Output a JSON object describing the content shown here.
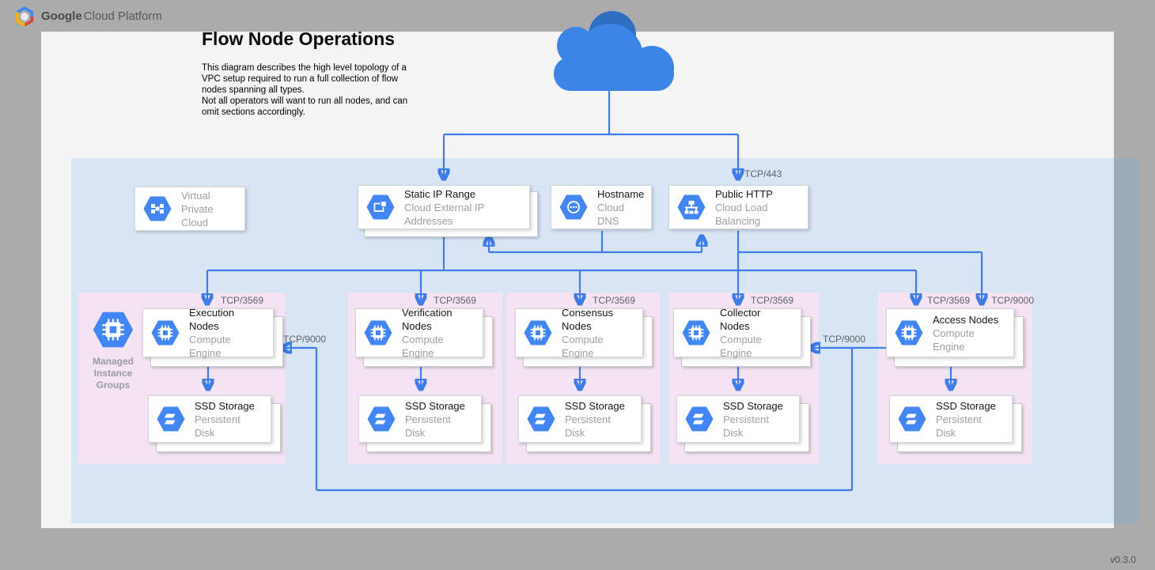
{
  "header": {
    "brand_bold": "Google",
    "brand_rest": "Cloud Platform"
  },
  "title": "Flow Node Operations",
  "description": "This diagram describes the high level topology of a VPC setup required to run a full collection of flow nodes spanning all types.\nNot all operators will want to run all nodes, and can omit sections accordingly.",
  "version": "v0.3.0",
  "colors": {
    "accent_blue": "#4285f4",
    "wire_blue": "#3e7de8",
    "cloud_light": "#3c85e6",
    "cloud_dark": "#2e6fc2",
    "pink_section": "#f3e3f3",
    "vpc_region": "rgba(106,174,240,0.21)"
  },
  "ports": {
    "https": "TCP/443",
    "flow": "TCP/3569",
    "grpc": "TCP/9000"
  },
  "vpc_label": {
    "title": "Virtual\nPrivate Cloud"
  },
  "row1": [
    {
      "title": "Static IP Range",
      "subtitle": "Cloud External IP Addresses",
      "icon": "external-ip-icon"
    },
    {
      "title": "Hostname",
      "subtitle": "Cloud DNS",
      "icon": "cloud-dns-icon"
    },
    {
      "title": "Public HTTP",
      "subtitle": "Cloud Load Balancing",
      "icon": "load-balancer-icon"
    }
  ],
  "mig_label": "Managed\nInstance\nGroups",
  "groups": [
    {
      "title": "Execution Nodes",
      "subtitle": "Compute Engine",
      "port": "TCP/3569",
      "storage_title": "SSD Storage",
      "storage_subtitle": "Persistent Disk"
    },
    {
      "title": "Verification Nodes",
      "subtitle": "Compute Engine",
      "port": "TCP/3569",
      "storage_title": "SSD Storage",
      "storage_subtitle": "Persistent Disk"
    },
    {
      "title": "Consensus Nodes",
      "subtitle": "Compute Engine",
      "port": "TCP/3569",
      "storage_title": "SSD Storage",
      "storage_subtitle": "Persistent Disk"
    },
    {
      "title": "Collector Nodes",
      "subtitle": "Compute Engine",
      "port": "TCP/3569",
      "storage_title": "SSD Storage",
      "storage_subtitle": "Persistent Disk"
    },
    {
      "title": "Access Nodes",
      "subtitle": "Compute Engine",
      "port": "TCP/3569",
      "storage_title": "SSD Storage",
      "storage_subtitle": "Persistent Disk"
    }
  ]
}
